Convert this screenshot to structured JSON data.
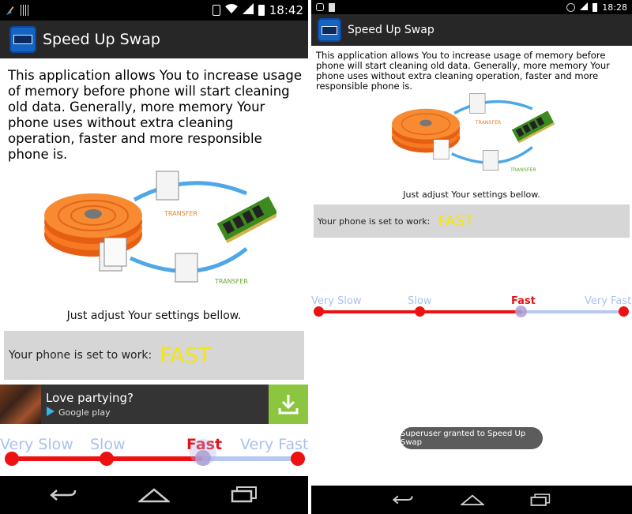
{
  "app": {
    "title": "Speed Up Swap",
    "description": "This application allows You to increase usage of memory before phone will start cleaning old data. Generally, more memory Your phone uses without extra cleaning operation, faster and more responsible phone is.",
    "caption": "Just adjust Your settings bellow.",
    "status_label": "Your phone is set to work:",
    "status_value": "FAST",
    "transfer_label": "TRANSFER"
  },
  "left_phone": {
    "clock": "18:42",
    "ad": {
      "title": "Love partying?",
      "store": "Google play"
    }
  },
  "right_phone": {
    "clock": "18:28",
    "toast": "Superuser granted to Speed Up Swap"
  },
  "slider": {
    "levels": [
      "Very Slow",
      "Slow",
      "Fast",
      "Very Fast"
    ],
    "selected_index": 2
  },
  "colors": {
    "action_bar": "#272727",
    "app_icon": "#1565c0",
    "slider_active": "#ee1111",
    "slider_inactive": "#b5c9f1",
    "status_value": "#f5e60b",
    "ad_download": "#8cc63f"
  },
  "icons": {
    "nav": [
      "back-icon",
      "home-icon",
      "recents-icon"
    ],
    "status": [
      "wifi-icon",
      "signal-icon",
      "battery-icon",
      "alarm-icon"
    ]
  }
}
